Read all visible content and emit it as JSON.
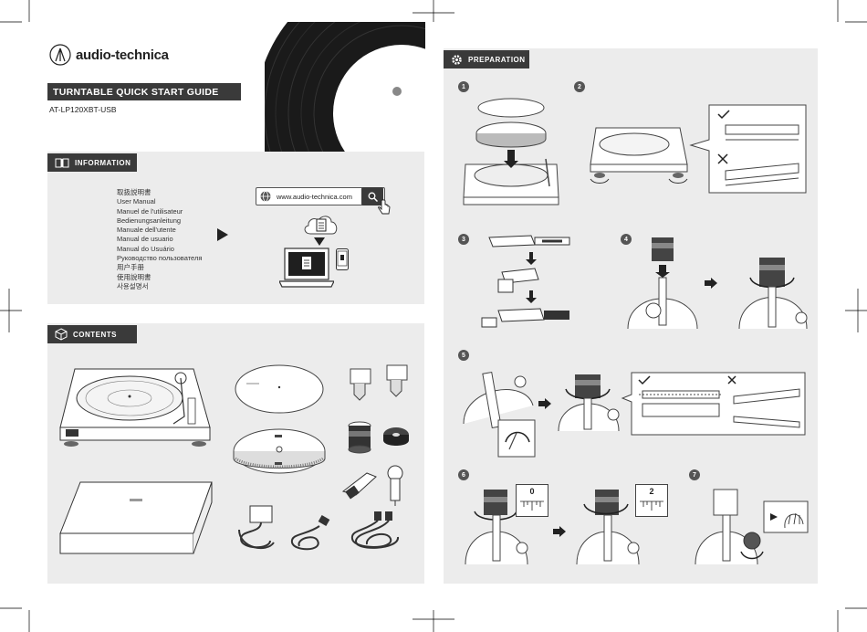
{
  "brand": {
    "name": "audio-technica"
  },
  "guide": {
    "title": "TURNTABLE QUICK START GUIDE",
    "model": "AT-LP120XBT-USB"
  },
  "information": {
    "heading": "INFORMATION",
    "languages": [
      "取扱説明書",
      "User Manual",
      "Manuel de l'utilisateur",
      "Bedienungsanleitung",
      "Manuale dell'utente",
      "Manual de usuario",
      "Manual do Usuário",
      "Руководство пользователя",
      "用户手册",
      "使用說明書",
      "사용설명서"
    ],
    "url": "www.audio-technica.com"
  },
  "contents": {
    "heading": "CONTENTS"
  },
  "preparation": {
    "heading": "PREPARATION",
    "steps": [
      "1",
      "2",
      "3",
      "4",
      "5",
      "6",
      "7"
    ],
    "dial_a": "0",
    "dial_b": "2"
  },
  "colors": {
    "tab": "#3a3a3a",
    "panel": "#ececec",
    "record": "#1a1a1a"
  }
}
